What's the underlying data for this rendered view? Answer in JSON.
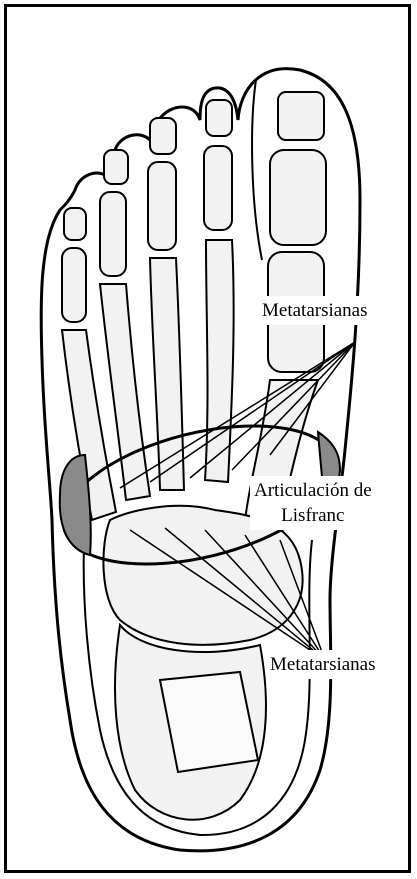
{
  "labels": {
    "metatarsianas_top": "Metatarsianas",
    "lisfranc_line1": "Articulación de",
    "lisfranc_line2": "Lisfranc",
    "metatarsianas_bottom": "Metatarsianas"
  },
  "colors": {
    "ink": "#000000",
    "background": "#ffffff",
    "shading": "#8a8a8a",
    "bone": "#f2f2f2"
  },
  "icons": [
    "foot-skeleton-illustration",
    "lisfranc-ellipse",
    "pointer-lines"
  ]
}
